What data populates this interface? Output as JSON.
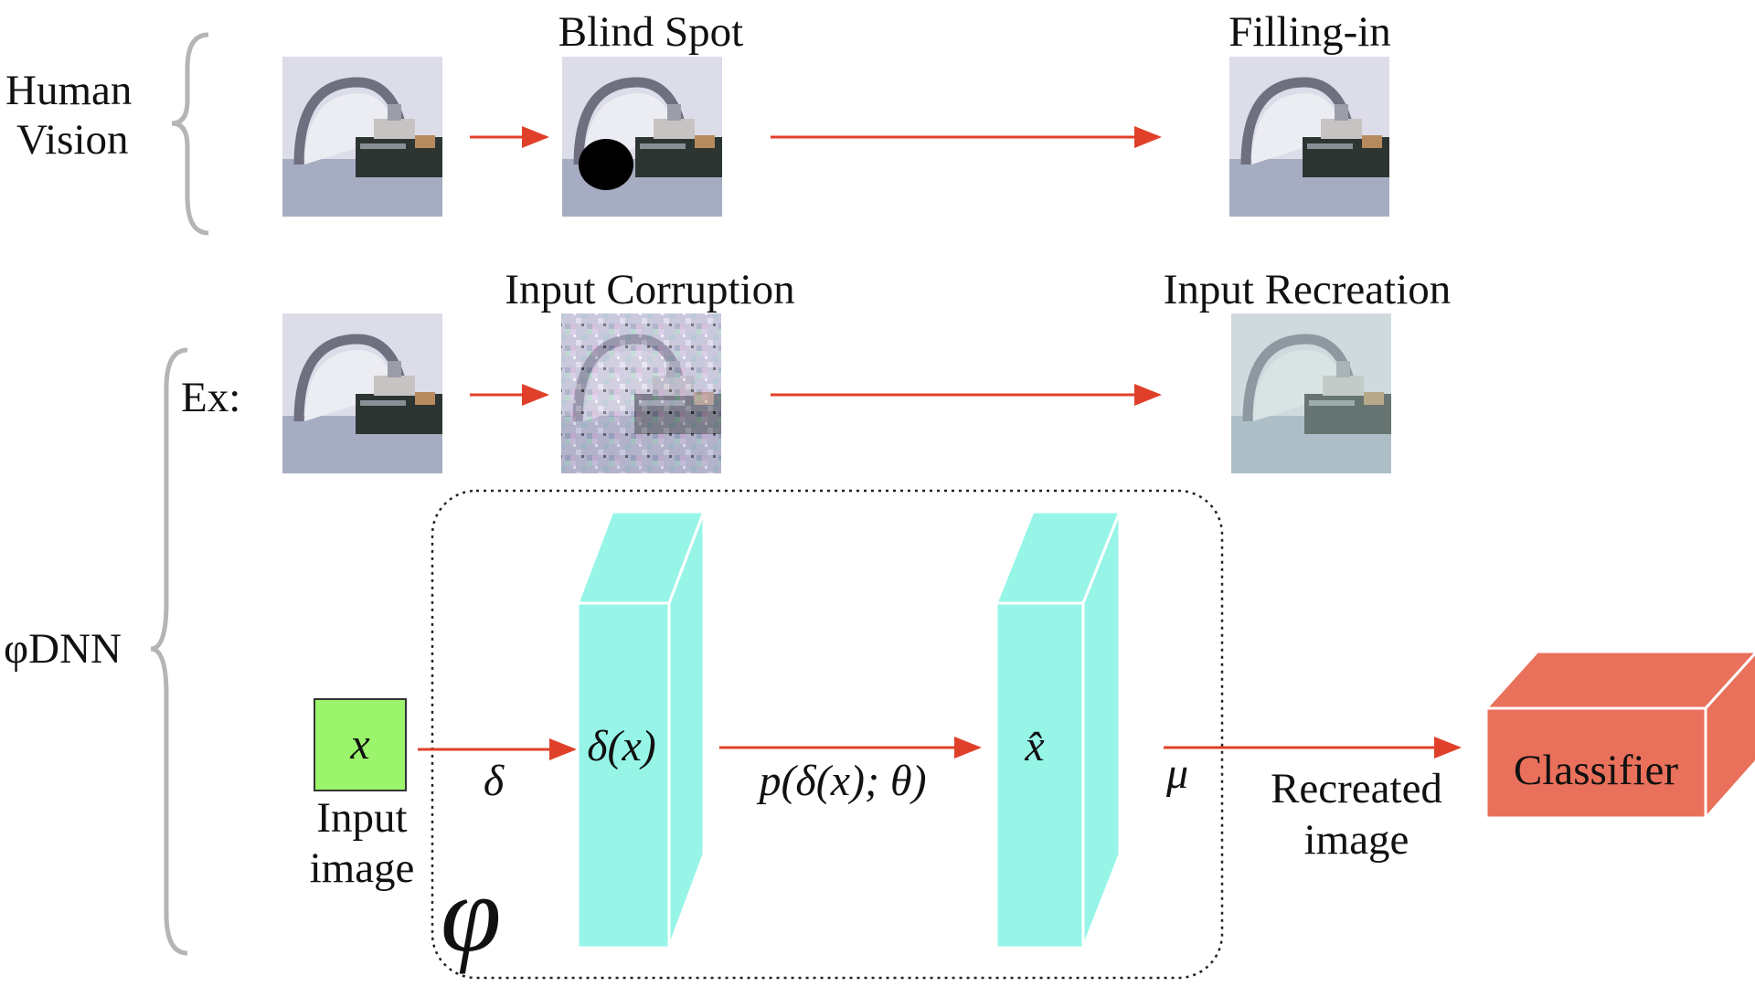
{
  "human": {
    "label_line1": "Human",
    "label_line2": "Vision",
    "blind_spot": "Blind Spot",
    "filling_in": "Filling-in"
  },
  "dnn": {
    "row_label": "φDNN",
    "example_label": "Ex:",
    "input_corruption": "Input Corruption",
    "input_recreation": "Input Recreation"
  },
  "pipeline": {
    "x_symbol": "x",
    "input_line1": "Input",
    "input_line2": "image",
    "delta_symbol": "δ",
    "delta_x": "δ(x)",
    "p_func": "p(δ(x); θ)",
    "x_hat": "x̂",
    "mu_symbol": "μ",
    "recreated_line1": "Recreated",
    "recreated_line2": "image",
    "classifier": "Classifier",
    "phi_symbol": "φ"
  },
  "colors": {
    "arrow": "#e0402a",
    "layer_block": "#97f5e8",
    "input_box": "#9cf46c",
    "classifier": "#e9705a",
    "brace": "#b5b5b5"
  }
}
